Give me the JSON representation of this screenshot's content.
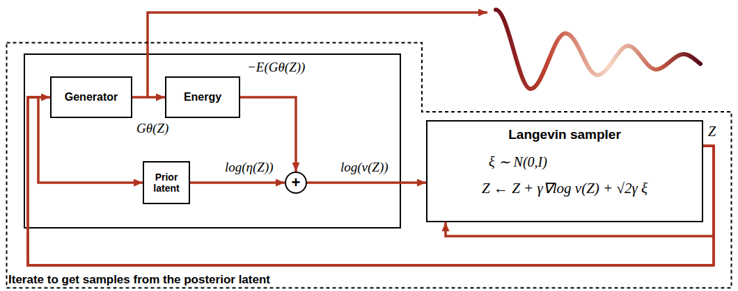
{
  "diagram": {
    "nodes": [
      {
        "text": [
          "Iterate to get samples from the posterior latent"
        ]
      },
      {
        "text": [
          "Generator"
        ],
        "in": 0
      },
      {
        "text": [
          "Energy"
        ],
        "in": 0
      },
      {
        "text": [
          "Prior latent"
        ],
        "in": 0
      },
      {
        "text": [
          "+"
        ],
        "in": 0
      },
      {
        "text": [
          "Langevin sampler",
          "ξ ∼ N(0,I)",
          "Z ← Z + γ∇log ν(Z) + √2γ ξ"
        ],
        "in": 0
      }
    ],
    "edges": [
      {
        "from": 1,
        "to": 2,
        "arrow": "to",
        "label": "Gθ(Z)"
      },
      {
        "from": 2,
        "to": 4,
        "arrow": "to",
        "label": "−E(Gθ(Z))"
      },
      {
        "from": 3,
        "to": 4,
        "arrow": "to",
        "label": "log(η(Z))"
      },
      {
        "from": 4,
        "to": 5,
        "arrow": "to",
        "label": "log(ν(Z))"
      },
      {
        "from": 5,
        "to": 5,
        "arrow": "to"
      },
      {
        "from": 5,
        "to": 1,
        "arrow": "to"
      },
      {
        "from": 5,
        "to": 3,
        "arrow": "to"
      }
    ],
    "labels": [
      "Z"
    ]
  }
}
